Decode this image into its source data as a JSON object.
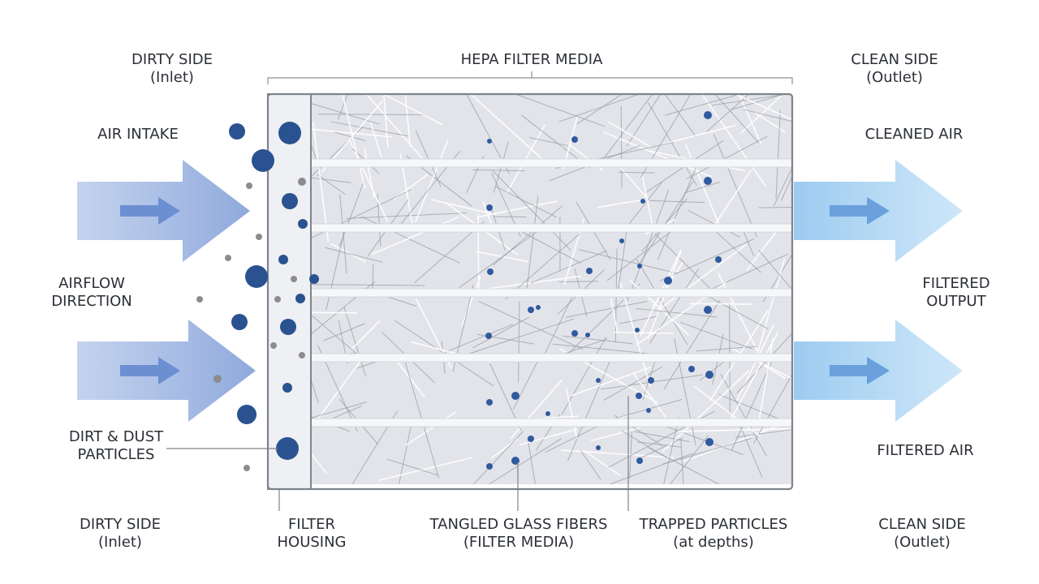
{
  "labels": {
    "dirty_side_top": {
      "line1": "DIRTY SIDE",
      "line2": "(Inlet)"
    },
    "filter_media_title": "HEPA FILTER MEDIA",
    "clean_side_top": {
      "line1": "CLEAN SIDE",
      "line2": "(Outlet)"
    },
    "air_intake": "AIR INTAKE",
    "airflow_direction": {
      "line1": "AIRFLOW",
      "line2": "DIRECTION"
    },
    "dirt_dust": {
      "line1": "DIRT & DUST",
      "line2": "PARTICLES"
    },
    "dirty_side_bottom": {
      "line1": "DIRTY SIDE",
      "line2": "(Inlet)"
    },
    "filter_housing": {
      "line1": "FILTER",
      "line2": "HOUSING"
    },
    "glass_fibers": {
      "line1": "TANGLED GLASS FIBERS",
      "line2": "(FILTER MEDIA)"
    },
    "trapped_particles": {
      "line1": "TRAPPED PARTICLES",
      "line2": "(at depths)"
    },
    "clean_side_bottom": {
      "line1": "CLEAN SIDE",
      "line2": "(Outlet)"
    },
    "cleaned_air": "CLEANED AIR",
    "filtered_output": {
      "line1": "FILTERED",
      "line2": "OUTPUT"
    },
    "filtered_air": "FILTERED AIR"
  },
  "colors": {
    "inlet_arrow": "#9fb6e2",
    "outlet_arrow": "#aed6f3",
    "inner_arrow_in": "#6c8fd2",
    "inner_arrow_out": "#6aa0dc",
    "large_particle": "#2a5290",
    "small_particle": "#8c8c8c",
    "media_fill": "#e3e4e9",
    "fiber_dark": "#9a9ca4",
    "fiber_light": "#ffffff",
    "frame": "#7e838c"
  }
}
